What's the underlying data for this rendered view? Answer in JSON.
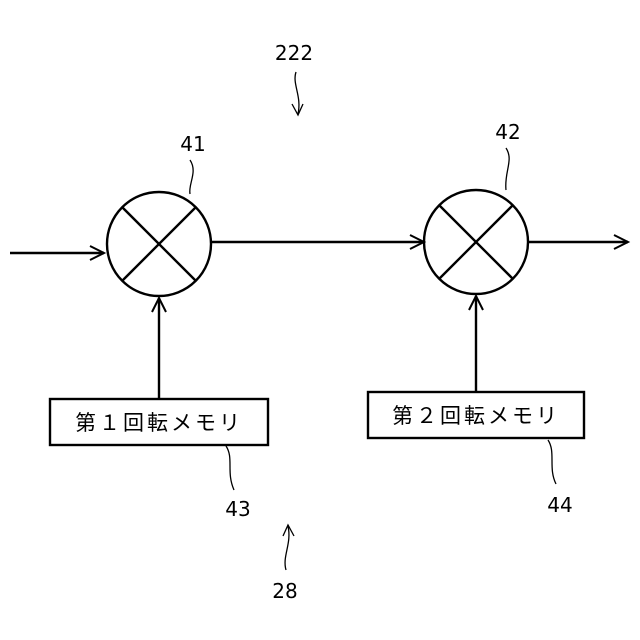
{
  "figure": {
    "ref_top": "222",
    "ref_bottom": "28"
  },
  "multipliers": [
    {
      "ref": "41"
    },
    {
      "ref": "42"
    }
  ],
  "memories": [
    {
      "label": "第１回転メモリ",
      "ref": "43"
    },
    {
      "label": "第２回転メモリ",
      "ref": "44"
    }
  ]
}
